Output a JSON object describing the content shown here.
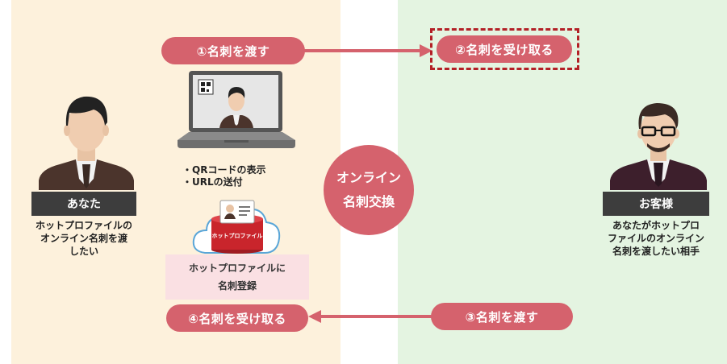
{
  "steps": {
    "step1": "①名刺を渡す",
    "step2": "②名刺を受け取る",
    "step3": "③名刺を渡す",
    "step4": "④名刺を受け取る"
  },
  "left_person": {
    "label": "あなた",
    "desc_lines": [
      "ホットプロファイルの",
      "オンライン名刺を渡",
      "したい"
    ]
  },
  "right_person": {
    "label": "お客様",
    "desc_lines": [
      "あなたがホットプロ",
      "ファイルのオンライン",
      "名刺を渡したい相手"
    ]
  },
  "laptop_notes": [
    "・QRコードの表示",
    "・URLの送付"
  ],
  "center": {
    "line1": "オンライン",
    "line2": "名刺交換"
  },
  "registration": {
    "line1": "ホットプロファイルに",
    "line2": "名刺登録"
  },
  "cloud_logo_text": "ホットプロファイル",
  "colors": {
    "accent": "#d5626d",
    "left_bg": "#fdf1dc",
    "right_bg": "#e4f4e1",
    "label_bg": "#3d3d3d",
    "dashed": "#b32026"
  }
}
